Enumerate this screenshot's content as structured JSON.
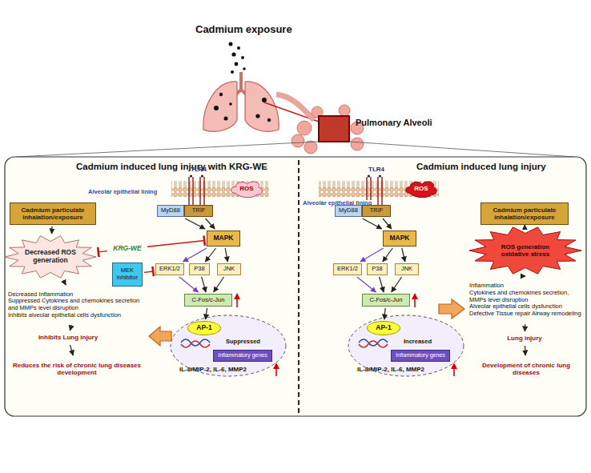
{
  "diagram": {
    "title": "Cadmium exposure",
    "nodes": [
      {
        "text": [
          "Cadmium particulate inhalation/exposure"
        ]
      },
      {
        "text": [
          "Decreased ROS generation"
        ]
      },
      {
        "text": [
          "Decreased Inflammation",
          "Suppressed Cytokines and chemokines secretion and MMPs level disruption",
          "Inhibits alveolar epithelial cells dysfunction"
        ]
      },
      {
        "text": [
          "Inhibits Lung injury"
        ]
      },
      {
        "text": [
          "Reduces the risk of chronic lung diseases development"
        ]
      },
      {
        "text": [
          "KRG-WE"
        ]
      },
      {
        "text": [
          "MEK inhibitor"
        ]
      },
      {
        "text": [
          "ROS"
        ]
      },
      {
        "text": [
          "MyD88"
        ]
      },
      {
        "text": [
          "TRIF"
        ]
      },
      {
        "text": [
          "MAPK"
        ]
      },
      {
        "text": [
          "ERK1/2"
        ]
      },
      {
        "text": [
          "P38"
        ]
      },
      {
        "text": [
          "JNK"
        ]
      },
      {
        "text": [
          "C-Fos/c-Jun"
        ]
      },
      {
        "text": [
          "AP-1"
        ]
      },
      {
        "text": [
          "Inflammatory genes"
        ]
      },
      {
        "text": [
          "ROS"
        ]
      },
      {
        "text": [
          "MyD88"
        ]
      },
      {
        "text": [
          "TRIF"
        ]
      },
      {
        "text": [
          "MAPK"
        ]
      },
      {
        "text": [
          "ERK1/2"
        ]
      },
      {
        "text": [
          "P38"
        ]
      },
      {
        "text": [
          "JNK"
        ]
      },
      {
        "text": [
          "C-Fos/c-Jun"
        ]
      },
      {
        "text": [
          "AP-1"
        ]
      },
      {
        "text": [
          "Inflammatory genes"
        ]
      },
      {
        "text": [
          "Cadmium particulate inhalation/exposure"
        ]
      },
      {
        "text": [
          "ROS generation oxidative stress"
        ]
      },
      {
        "text": [
          "Inflammation",
          "Cytokines and chemokines secretion, MMPs level disruption",
          "Alveolar epithelial cells dysfunction",
          "Defective Tissue repair Airway remodeling"
        ]
      },
      {
        "text": [
          "Lung injury"
        ]
      },
      {
        "text": [
          "Development of chronic lung diseases"
        ]
      }
    ],
    "edges": [
      {
        "from": 0,
        "to": 1,
        "arrow": "to"
      },
      {
        "from": 1,
        "to": 2,
        "arrow": "to"
      },
      {
        "from": 2,
        "to": 3,
        "arrow": "to"
      },
      {
        "from": 3,
        "to": 4,
        "arrow": "to"
      },
      {
        "from": 5,
        "to": 1,
        "arrow": "to"
      },
      {
        "from": 5,
        "to": 10,
        "arrow": "to"
      },
      {
        "from": 6,
        "to": 11,
        "arrow": "to"
      },
      {
        "from": 8,
        "to": 10,
        "arrow": "to"
      },
      {
        "from": 9,
        "to": 10,
        "arrow": "to"
      },
      {
        "from": 10,
        "to": 11,
        "arrow": "to"
      },
      {
        "from": 10,
        "to": 12,
        "arrow": "to"
      },
      {
        "from": 10,
        "to": 13,
        "arrow": "to"
      },
      {
        "from": 11,
        "to": 14,
        "arrow": "to"
      },
      {
        "from": 12,
        "to": 14,
        "arrow": "to"
      },
      {
        "from": 13,
        "to": 14,
        "arrow": "to"
      },
      {
        "from": 14,
        "to": 15,
        "arrow": "to"
      },
      {
        "from": 18,
        "to": 20,
        "arrow": "to"
      },
      {
        "from": 19,
        "to": 20,
        "arrow": "to"
      },
      {
        "from": 20,
        "to": 21,
        "arrow": "to"
      },
      {
        "from": 20,
        "to": 22,
        "arrow": "to"
      },
      {
        "from": 20,
        "to": 23,
        "arrow": "to"
      },
      {
        "from": 21,
        "to": 24,
        "arrow": "to"
      },
      {
        "from": 22,
        "to": 24,
        "arrow": "to"
      },
      {
        "from": 23,
        "to": 24,
        "arrow": "to"
      },
      {
        "from": 24,
        "to": 25,
        "arrow": "to"
      },
      {
        "from": 27,
        "to": 28,
        "arrow": "to"
      },
      {
        "from": 28,
        "to": 29,
        "arrow": "to"
      },
      {
        "from": 29,
        "to": 30,
        "arrow": "to"
      },
      {
        "from": 30,
        "to": 31,
        "arrow": "to"
      }
    ],
    "labels": [
      "Pulmonary Alveoli",
      "Cadmium induced lung injury with KRG-WE",
      "Cadmium induced lung injury",
      "TLR4",
      "Alveolar epithelial lining",
      "Suppressed",
      "IL-8/MIP-2, IL-6, MMP2",
      "TLR4",
      "Alveolar epithelial lining",
      "Increased",
      "IL-8/MIP-2, IL-6, MMP2"
    ]
  }
}
